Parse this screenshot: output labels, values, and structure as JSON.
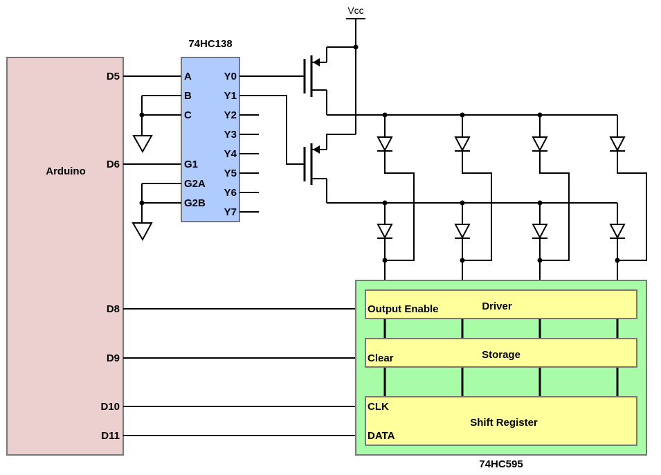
{
  "arduino": {
    "title": "Arduino",
    "pins": {
      "d5": "D5",
      "d6": "D6",
      "d8": "D8",
      "d9": "D9",
      "d10": "D10",
      "d11": "D11"
    }
  },
  "decoder": {
    "title": "74HC138",
    "inputs": {
      "a": "A",
      "b": "B",
      "c": "C",
      "g1": "G1",
      "g2a": "G2A",
      "g2b": "G2B"
    },
    "outputs": [
      "Y0",
      "Y1",
      "Y2",
      "Y3",
      "Y4",
      "Y5",
      "Y6",
      "Y7"
    ]
  },
  "power": {
    "vcc": "Vcc"
  },
  "shift_register": {
    "title": "74HC595",
    "driver": {
      "name": "Driver",
      "pin": "Output Enable"
    },
    "storage": {
      "name": "Storage",
      "pin": "Clear"
    },
    "shift": {
      "name": "Shift Register",
      "pins": {
        "clk": "CLK",
        "data": "DATA"
      }
    }
  },
  "colors": {
    "arduino_fill": "#eccfcf",
    "decoder_fill": "#b0ccff",
    "shift_register_fill": "#a8fca8",
    "stage_fill": "#ffff9c",
    "outline": "#777777"
  }
}
